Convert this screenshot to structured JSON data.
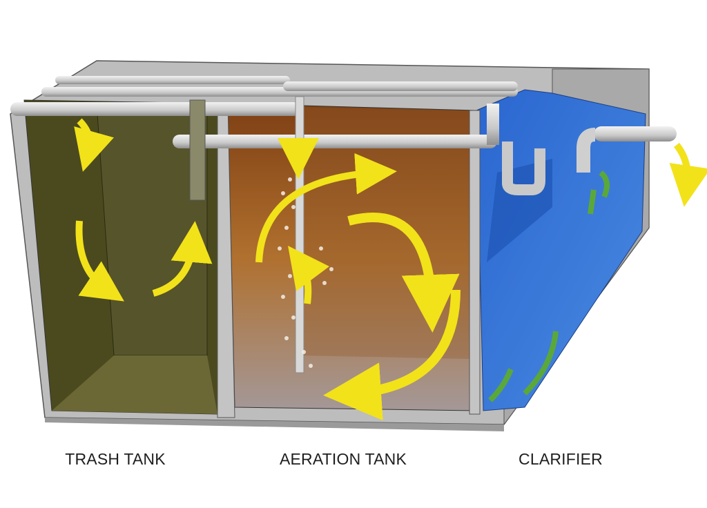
{
  "diagram": {
    "labels": {
      "trash_tank": "TRASH TANK",
      "aeration_tank": "AERATION TANK",
      "clarifier": "CLARIFIER"
    },
    "colors": {
      "concrete": "#b9b9b9",
      "trash_water": "#4b4a1f",
      "aeration_water_top": "#8a4a1a",
      "aeration_water_bottom": "#9a8a88",
      "clarifier_water": "#2f74d6",
      "flow_arrow": "#f2e21a",
      "return_arrow": "#5aa83a"
    }
  }
}
